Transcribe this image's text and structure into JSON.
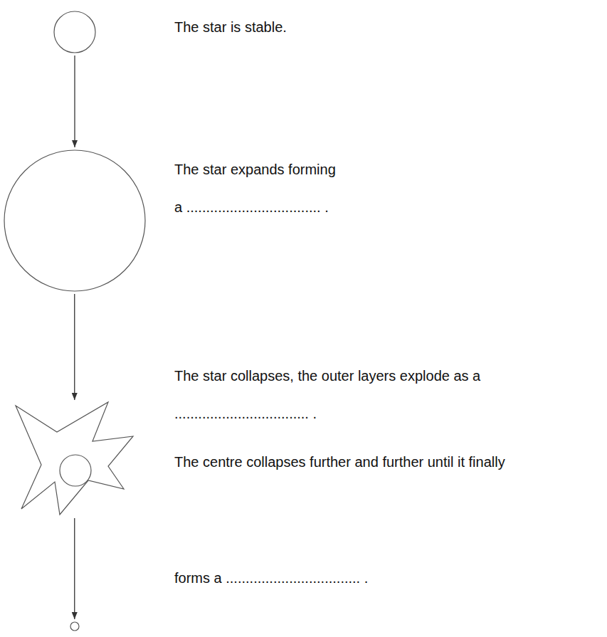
{
  "diagram": {
    "nodes": [
      {
        "text": [
          "The star is stable."
        ]
      },
      {
        "text": [
          "The star expands forming a .................................. ."
        ]
      },
      {
        "text": [
          "The star collapses, the outer layers explode as a .................................. ."
        ]
      },
      {
        "text": [
          "The centre collapses further and further until it finally forms a .................................. ."
        ]
      }
    ],
    "edges": [
      {
        "from": 0,
        "to": 1,
        "arrow": "to"
      },
      {
        "from": 1,
        "to": 2,
        "arrow": "to"
      },
      {
        "from": 2,
        "to": 3,
        "arrow": "to"
      }
    ]
  }
}
